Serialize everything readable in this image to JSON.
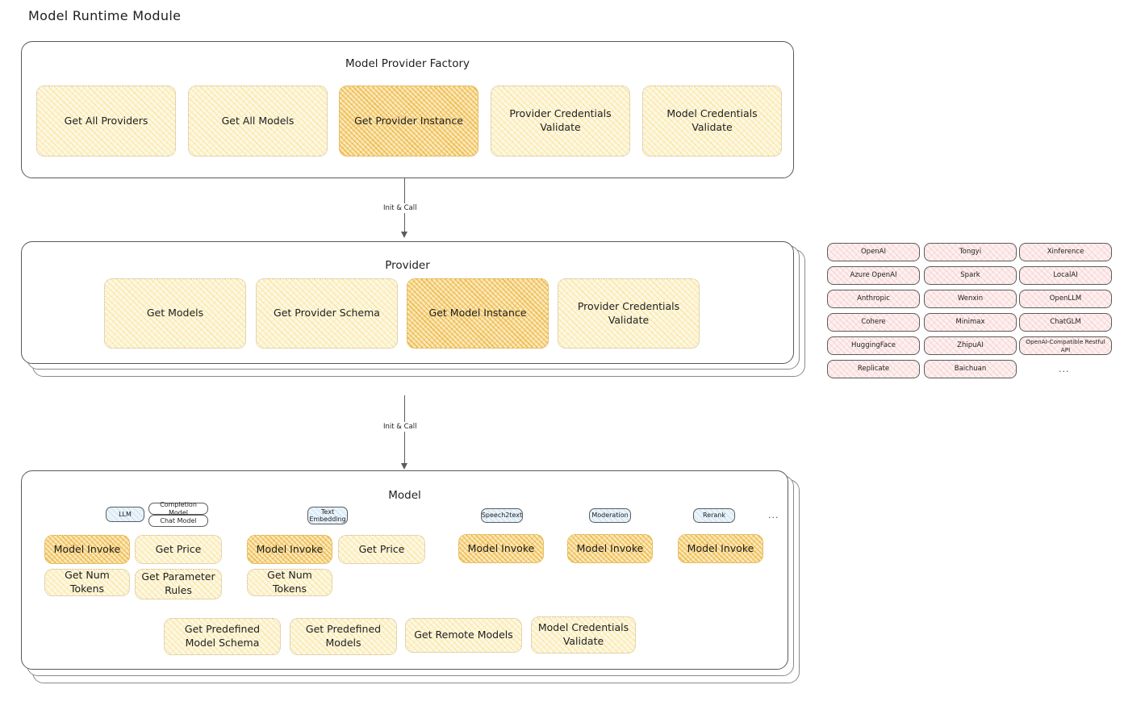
{
  "page": {
    "title": "Model Runtime Module"
  },
  "factory": {
    "title": "Model Provider Factory",
    "items": [
      {
        "label": "Get All Providers",
        "style": "cream"
      },
      {
        "label": "Get All Models",
        "style": "cream"
      },
      {
        "label": "Get Provider Instance",
        "style": "gold"
      },
      {
        "label": "Provider Credentials Validate",
        "style": "cream"
      },
      {
        "label": "Model Credentials Validate",
        "style": "cream"
      }
    ]
  },
  "arrows": [
    {
      "label": "Init & Call"
    },
    {
      "label": "Init & Call"
    }
  ],
  "provider": {
    "title": "Provider",
    "items": [
      {
        "label": "Get Models",
        "style": "cream"
      },
      {
        "label": "Get Provider Schema",
        "style": "cream"
      },
      {
        "label": "Get Model Instance",
        "style": "gold"
      },
      {
        "label": "Provider Credentials Validate",
        "style": "cream"
      }
    ]
  },
  "provider_list": {
    "columns": [
      [
        "OpenAI",
        "Azure OpenAI",
        "Anthropic",
        "Cohere",
        "HuggingFace",
        "Replicate"
      ],
      [
        "Tongyi",
        "Spark",
        "Wenxin",
        "Minimax",
        "ZhipuAI",
        "Baichuan"
      ],
      [
        "Xinference",
        "LocalAI",
        "OpenLLM",
        "ChatGLM",
        "OpenAI-Compatible Restful API"
      ]
    ],
    "more": "..."
  },
  "model": {
    "title": "Model",
    "more": "...",
    "types": [
      {
        "badge": "LLM",
        "badge_style": "blue",
        "sub_badges": [
          "Completion Model",
          "Chat Model"
        ],
        "methods": [
          {
            "label": "Model Invoke",
            "style": "gold"
          },
          {
            "label": "Get Price",
            "style": "cream"
          },
          {
            "label": "Get Num Tokens",
            "style": "cream"
          },
          {
            "label": "Get Parameter Rules",
            "style": "cream"
          }
        ]
      },
      {
        "badge": "Text Embedding",
        "badge_style": "blue",
        "sub_badges": [],
        "methods": [
          {
            "label": "Model Invoke",
            "style": "gold"
          },
          {
            "label": "Get Price",
            "style": "cream"
          },
          {
            "label": "Get Num Tokens",
            "style": "cream"
          }
        ]
      },
      {
        "badge": "Speech2text",
        "badge_style": "blue",
        "sub_badges": [],
        "methods": [
          {
            "label": "Model Invoke",
            "style": "gold"
          }
        ]
      },
      {
        "badge": "Moderation",
        "badge_style": "blue",
        "sub_badges": [],
        "methods": [
          {
            "label": "Model Invoke",
            "style": "gold"
          }
        ]
      },
      {
        "badge": "Rerank",
        "badge_style": "blue",
        "sub_badges": [],
        "methods": [
          {
            "label": "Model Invoke",
            "style": "gold"
          }
        ]
      }
    ],
    "shared_methods": [
      {
        "label": "Get Predefined Model Schema",
        "style": "cream"
      },
      {
        "label": "Get Predefined Models",
        "style": "cream"
      },
      {
        "label": "Get Remote Models",
        "style": "cream"
      },
      {
        "label": "Model Credentials Validate",
        "style": "cream"
      }
    ]
  },
  "colors": {
    "cream": "#fdf7e3",
    "gold": "#fbe9bd",
    "pink": "#fdf0f0",
    "blue": "#eaf4fb",
    "stroke": "#595959",
    "text": "#1e1e1e"
  }
}
